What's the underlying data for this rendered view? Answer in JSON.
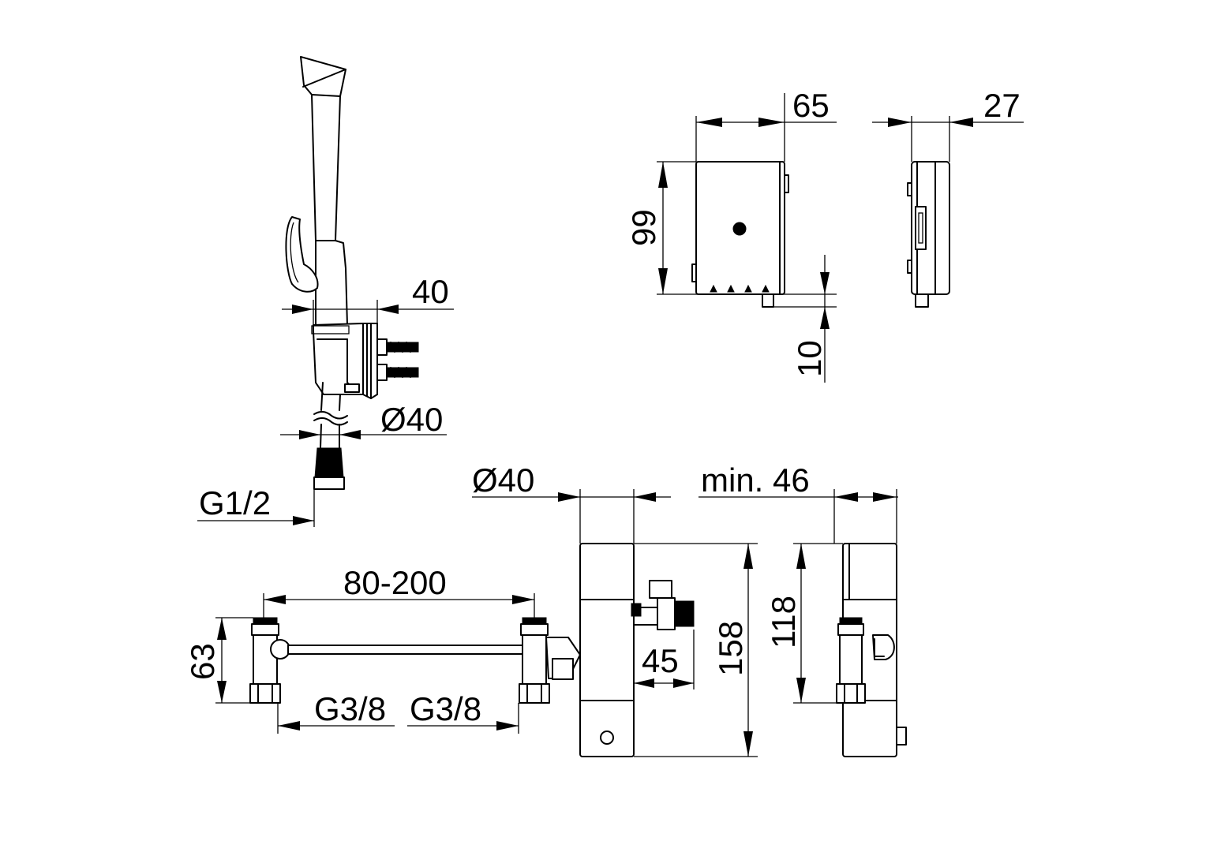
{
  "dimensions": {
    "d_65": "65",
    "d_27": "27",
    "d_99": "99",
    "d_10": "10",
    "d_40": "40",
    "d_dia40_hose": "Ø40",
    "d_g12": "G1/2",
    "d_dia40_body": "Ø40",
    "d_min46": "min. 46",
    "d_80_200": "80-200",
    "d_63": "63",
    "d_g38_left": "G3/8",
    "d_g38_right": "G3/8",
    "d_45": "45",
    "d_158": "158",
    "d_118": "118"
  }
}
